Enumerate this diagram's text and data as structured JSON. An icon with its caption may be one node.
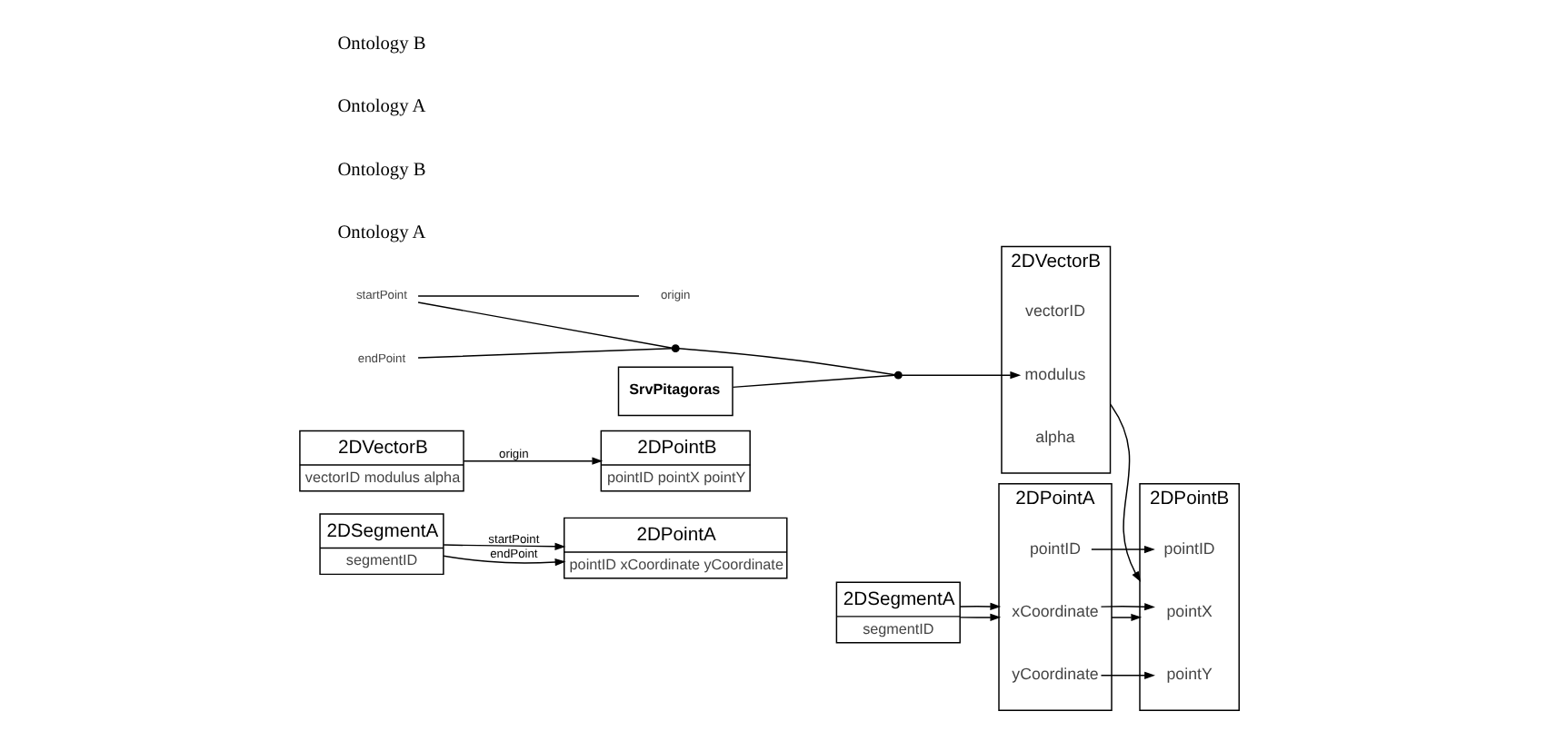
{
  "diagram": {
    "nodes": [
      {
        "text": [
          "2DPointA",
          "pointID xCoordinate yCoordinate"
        ]
      },
      {
        "text": [
          "2DSegmentA",
          "segmentID"
        ]
      },
      {
        "text": [
          "2DPointB",
          "pointID pointX pointY"
        ]
      },
      {
        "text": [
          "2DVectorB",
          "vectorID modulus alpha"
        ]
      },
      {
        "text": [
          "2DPointA"
        ]
      },
      {
        "text": [
          "pointID"
        ],
        "in": 4
      },
      {
        "text": [
          "xCoordinate"
        ],
        "in": 4
      },
      {
        "text": [
          "yCoordinate"
        ],
        "in": 4
      },
      {
        "text": [
          "startPoint"
        ]
      },
      {
        "text": [
          "endPoint"
        ]
      },
      {
        "text": [
          "2DSegmentA",
          "segmentID"
        ]
      },
      {
        "text": [
          "2DPointB"
        ]
      },
      {
        "text": [
          "pointID"
        ],
        "in": 11
      },
      {
        "text": [
          "pointX"
        ],
        "in": 11
      },
      {
        "text": [
          "pointY"
        ],
        "in": 11
      },
      {
        "text": [
          "origin"
        ]
      },
      {
        "text": [
          "2DVectorB"
        ]
      },
      {
        "text": [
          "vectorID"
        ],
        "in": 16
      },
      {
        "text": [
          "modulus"
        ],
        "in": 16
      },
      {
        "text": [
          "alpha"
        ],
        "in": 16
      },
      {
        "text": [],
        "shape": "circle"
      },
      {
        "text": [],
        "shape": "circle"
      },
      {
        "text": [
          "SrvPitagoras"
        ]
      }
    ],
    "edges": [
      {
        "from": 1,
        "to": 0,
        "arrow": "to",
        "label": "startPoint"
      },
      {
        "from": 1,
        "to": 0,
        "arrow": "to",
        "label": "endPoint"
      },
      {
        "from": 3,
        "to": 2,
        "arrow": "to",
        "label": "origin"
      },
      {
        "from": 10,
        "to": 4,
        "arrow": "to"
      },
      {
        "from": 10,
        "to": 4,
        "arrow": "to"
      },
      {
        "from": 16,
        "to": 11,
        "arrow": "to"
      },
      {
        "from": 4,
        "to": 11,
        "arrow": "to"
      },
      {
        "from": 5,
        "to": 12,
        "arrow": "to"
      },
      {
        "from": 6,
        "to": 13,
        "arrow": "to"
      },
      {
        "from": 7,
        "to": 14,
        "arrow": "to"
      },
      {
        "from": 8,
        "to": 15,
        "arrow": "none"
      },
      {
        "from": 8,
        "to": 20,
        "arrow": "none"
      },
      {
        "from": 9,
        "to": 20,
        "arrow": "none"
      },
      {
        "from": 20,
        "to": 21,
        "arrow": "none"
      },
      {
        "from": 22,
        "to": 21,
        "arrow": "none"
      },
      {
        "from": 21,
        "to": 18,
        "arrow": "to"
      }
    ],
    "labels": [
      "Ontology A",
      "Ontology B",
      "Ontology A",
      "Ontology B"
    ]
  }
}
